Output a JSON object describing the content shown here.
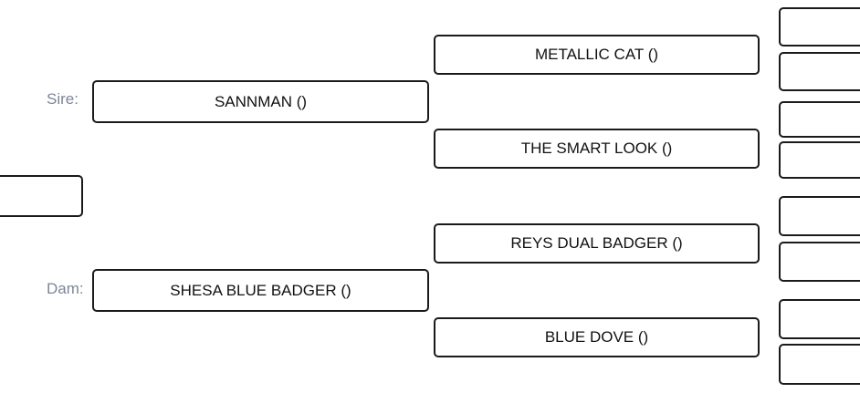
{
  "pedigree": {
    "sire_label": "Sire:",
    "dam_label": "Dam:",
    "sire": {
      "name": "SANNMAN ()",
      "sire": "METALLIC CAT ()",
      "dam": "THE SMART LOOK ()"
    },
    "dam": {
      "name": "SHESA BLUE BADGER ()",
      "sire": "REYS DUAL BADGER ()",
      "dam": "BLUE DOVE ()"
    }
  }
}
